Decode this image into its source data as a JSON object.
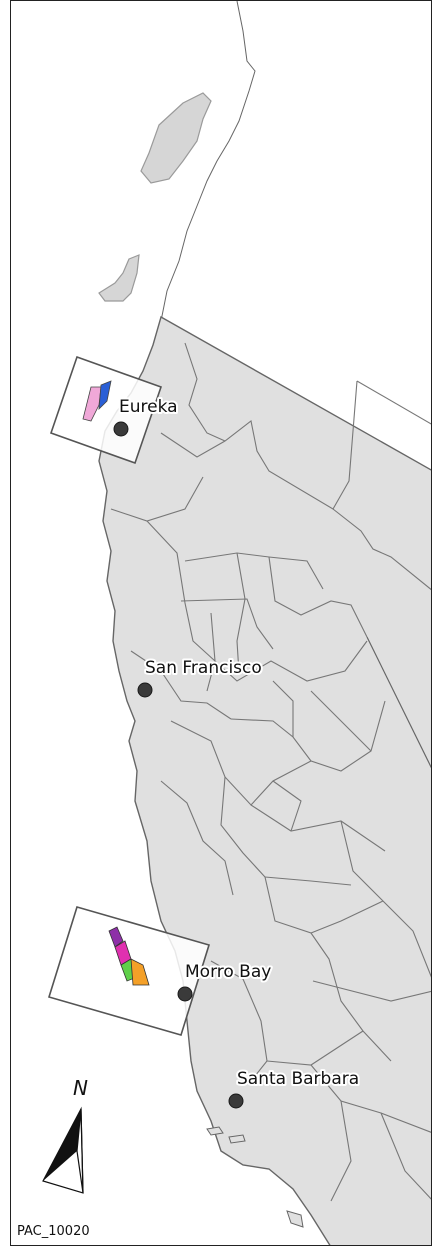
{
  "map": {
    "map_id": "PAC_10020",
    "north_label": "N",
    "cities": [
      {
        "name": "Eureka"
      },
      {
        "name": "San Francisco"
      },
      {
        "name": "Morro Bay"
      },
      {
        "name": "Santa Barbara"
      }
    ],
    "colors": {
      "land": "#e0e0e0",
      "land_border": "#666666",
      "offshore_land": "#d6d6d6",
      "city_marker": "#3a3a3a",
      "lease_area_pink": "#f0a8d8",
      "lease_area_blue": "#2a5fd6",
      "lease_area_purple": "#8e2fa8",
      "lease_area_magenta": "#e030b0",
      "lease_area_green": "#5fd04a",
      "lease_area_orange": "#f4a028"
    },
    "icons": [
      "north-arrow-icon"
    ]
  }
}
